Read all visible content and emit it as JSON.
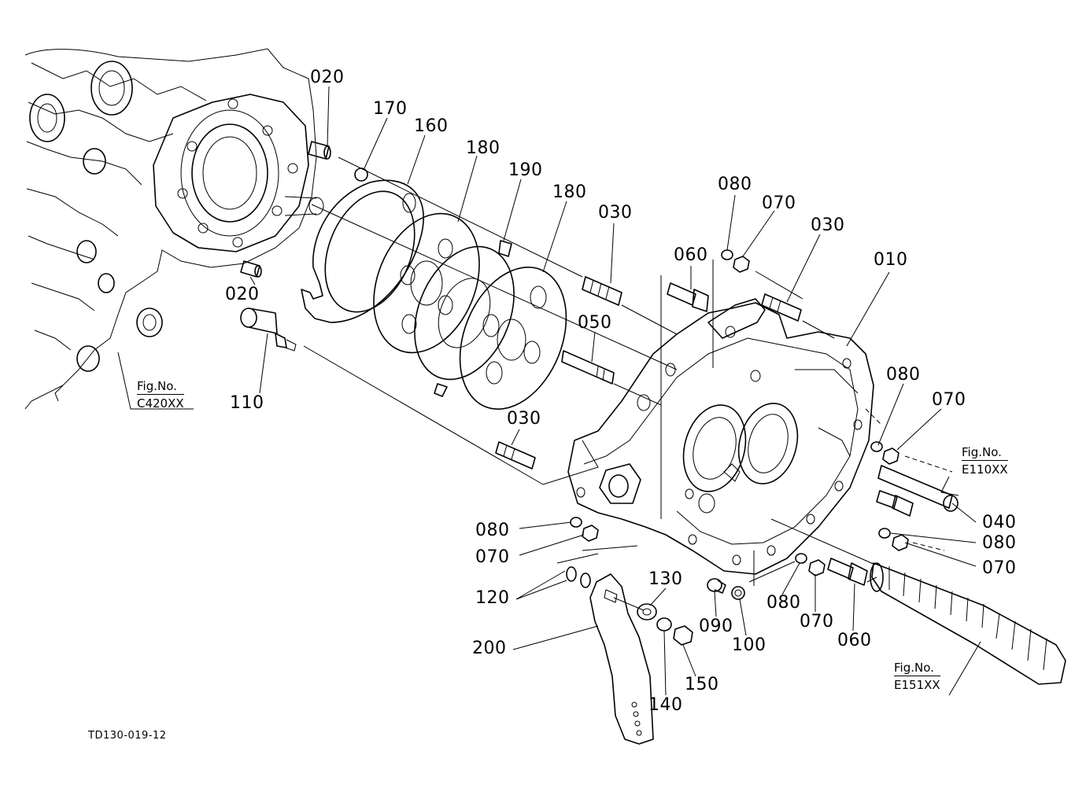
{
  "drawing_id": "TD130-019-12",
  "fig_refs": [
    {
      "id": "c420",
      "prefix": "Fig.No.",
      "code": "C420XX"
    },
    {
      "id": "e110",
      "prefix": "Fig.No.",
      "code": "E110XX"
    },
    {
      "id": "e151",
      "prefix": "Fig.No.",
      "code": "E151XX"
    }
  ],
  "callouts": [
    {
      "id": "c01",
      "text": "020"
    },
    {
      "id": "c02",
      "text": "170"
    },
    {
      "id": "c03",
      "text": "160"
    },
    {
      "id": "c04",
      "text": "180"
    },
    {
      "id": "c05",
      "text": "190"
    },
    {
      "id": "c06",
      "text": "180"
    },
    {
      "id": "c07",
      "text": "030"
    },
    {
      "id": "c08",
      "text": "080"
    },
    {
      "id": "c09",
      "text": "070"
    },
    {
      "id": "c10",
      "text": "030"
    },
    {
      "id": "c11",
      "text": "060"
    },
    {
      "id": "c12",
      "text": "010"
    },
    {
      "id": "c13",
      "text": "020"
    },
    {
      "id": "c14",
      "text": "110"
    },
    {
      "id": "c15",
      "text": "050"
    },
    {
      "id": "c16",
      "text": "080"
    },
    {
      "id": "c17",
      "text": "070"
    },
    {
      "id": "c18",
      "text": "030"
    },
    {
      "id": "c19",
      "text": "080"
    },
    {
      "id": "c20",
      "text": "070"
    },
    {
      "id": "c21",
      "text": "040"
    },
    {
      "id": "c22",
      "text": "080"
    },
    {
      "id": "c23",
      "text": "070"
    },
    {
      "id": "c24",
      "text": "120"
    },
    {
      "id": "c25",
      "text": "130"
    },
    {
      "id": "c26",
      "text": "200"
    },
    {
      "id": "c27",
      "text": "140"
    },
    {
      "id": "c28",
      "text": "150"
    },
    {
      "id": "c29",
      "text": "090"
    },
    {
      "id": "c30",
      "text": "100"
    },
    {
      "id": "c31",
      "text": "080"
    },
    {
      "id": "c32",
      "text": "070"
    },
    {
      "id": "c33",
      "text": "060"
    }
  ]
}
